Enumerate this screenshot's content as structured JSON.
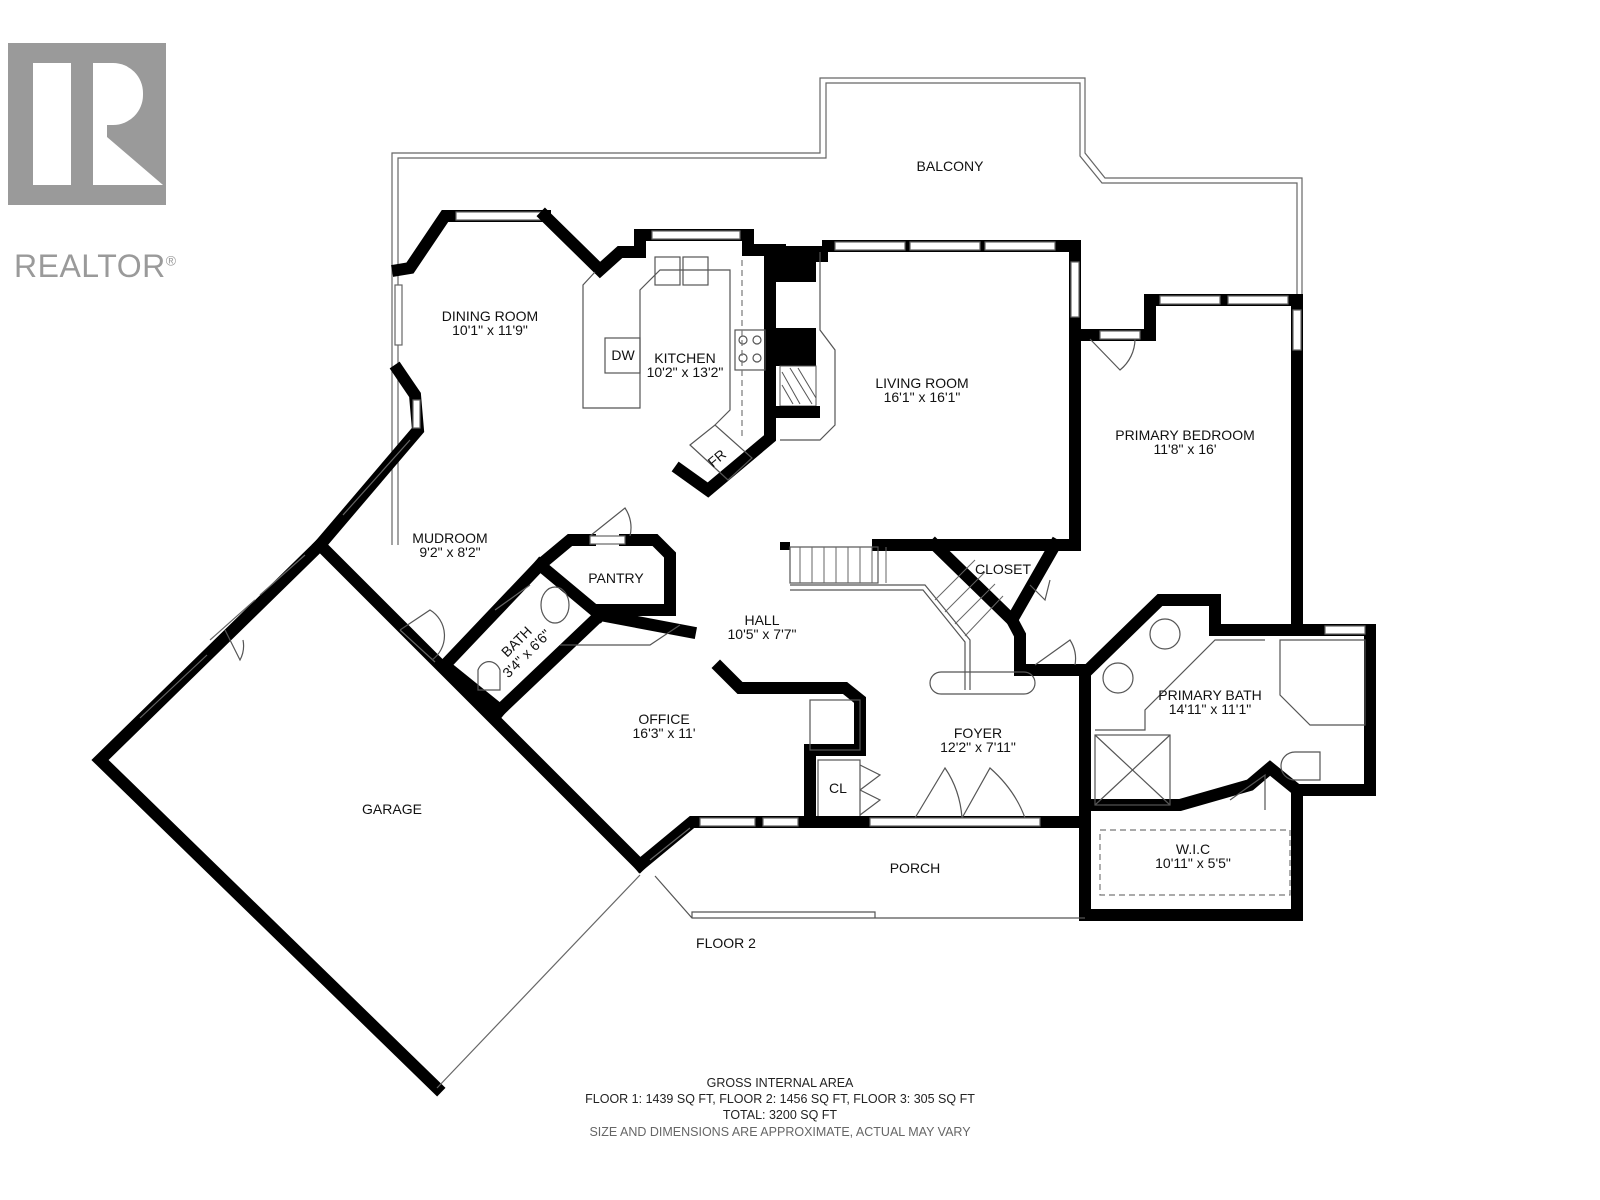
{
  "logo": {
    "icon": "realtor-r-logo-icon",
    "text": "REALTOR",
    "registered": "®",
    "color": "#9a9a9a"
  },
  "floor_label": "FLOOR 2",
  "rooms": {
    "balcony": {
      "name": "BALCONY",
      "size": ""
    },
    "dining_room": {
      "name": "DINING ROOM",
      "size": "10'1\" x 11'9\""
    },
    "kitchen": {
      "name": "KITCHEN",
      "size": "10'2\" x 13'2\""
    },
    "living_room": {
      "name": "LIVING ROOM",
      "size": "16'1\" x 16'1\""
    },
    "primary_bedroom": {
      "name": "PRIMARY BEDROOM",
      "size": "11'8\" x 16'"
    },
    "mudroom": {
      "name": "MUDROOM",
      "size": "9'2\" x 8'2\""
    },
    "pantry": {
      "name": "PANTRY",
      "size": ""
    },
    "bath": {
      "name": "BATH",
      "size": "3'4\" x 6'6\""
    },
    "hall": {
      "name": "HALL",
      "size": "10'5\" x 7'7\""
    },
    "closet": {
      "name": "CLOSET",
      "size": ""
    },
    "primary_bath": {
      "name": "PRIMARY BATH",
      "size": "14'11\" x 11'1\""
    },
    "office": {
      "name": "OFFICE",
      "size": "16'3\" x 11'"
    },
    "foyer": {
      "name": "FOYER",
      "size": "12'2\" x 7'11\""
    },
    "cl": {
      "name": "CL",
      "size": ""
    },
    "garage": {
      "name": "GARAGE",
      "size": ""
    },
    "porch": {
      "name": "PORCH",
      "size": ""
    },
    "wic": {
      "name": "W.I.C",
      "size": "10'11\" x 5'5\""
    }
  },
  "fixtures": {
    "dishwasher": "DW",
    "fridge": "FR"
  },
  "footer": {
    "title": "GROSS INTERNAL AREA",
    "floors": "FLOOR 1: 1439 SQ FT, FLOOR 2: 1456 SQ FT, FLOOR 3: 305 SQ FT",
    "total": "TOTAL: 3200 SQ FT",
    "disclaimer": "SIZE AND DIMENSIONS ARE APPROXIMATE, ACTUAL MAY VARY"
  }
}
